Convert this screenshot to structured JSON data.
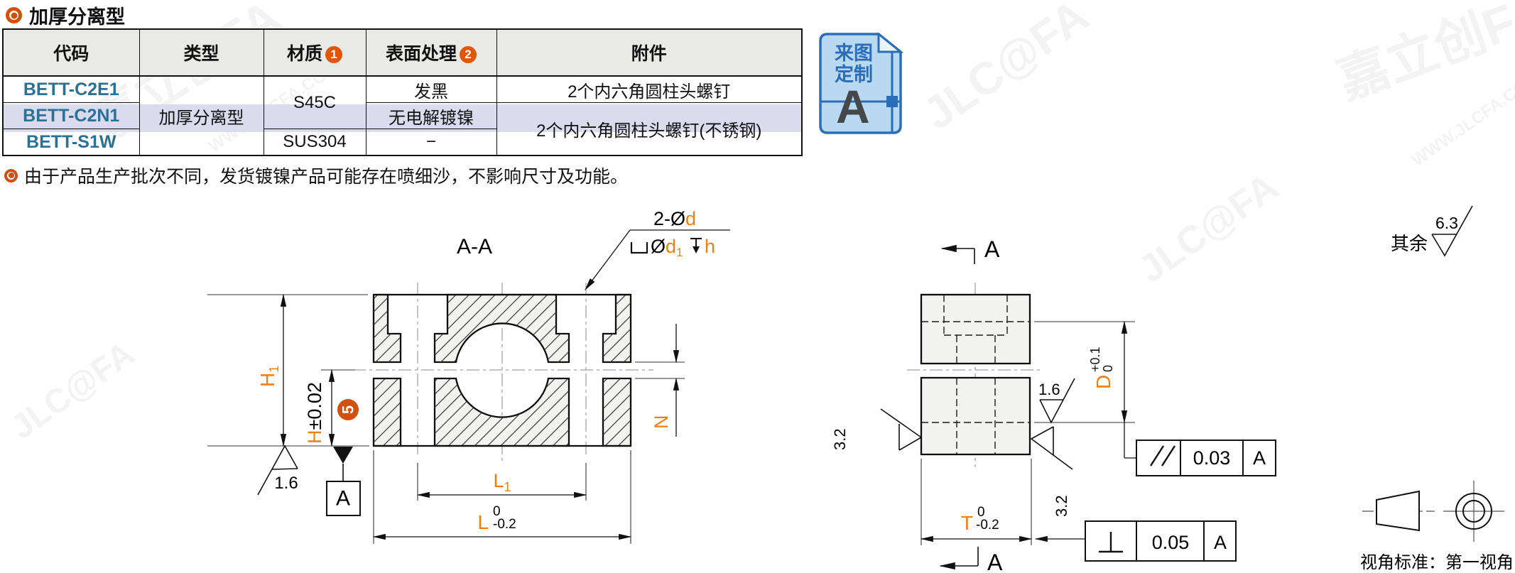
{
  "title": {
    "text": "加厚分离型"
  },
  "note": {
    "text": "由于产品生产批次不同，发货镀镍产品可能存在喷细沙，不影响尺寸及功能。"
  },
  "watermarks": {
    "brand": "嘉立创FA",
    "site": "WWW.JLCFA.COM",
    "logo": "JLC@FA"
  },
  "table": {
    "headers": [
      {
        "label": "代码",
        "badge": ""
      },
      {
        "label": "类型",
        "badge": ""
      },
      {
        "label": "材质",
        "badge": "1"
      },
      {
        "label": "表面处理",
        "badge": "2"
      },
      {
        "label": "附件",
        "badge": ""
      }
    ],
    "rows": [
      {
        "code": "BETT-C2E1",
        "type": "加厚分离型",
        "material": "S45C",
        "surface": "发黑",
        "accessory": "2个内六角圆柱头螺钉"
      },
      {
        "code": "BETT-C2N1",
        "type": "",
        "material": "",
        "surface": "无电解镀镍",
        "accessory": "2个内六角圆柱头螺钉(不锈钢)"
      },
      {
        "code": "BETT-S1W",
        "type": "",
        "material": "SUS304",
        "surface": "−",
        "accessory": ""
      }
    ]
  },
  "custom_badge": {
    "line1": "来图",
    "line2": "定制",
    "letter": "A"
  },
  "drawing": {
    "section_label": "A-A",
    "callout": {
      "prefix": "2-Ø",
      "d": "d",
      "bore_prefix": "Ø",
      "bore_d": "d",
      "bore_sub": "1",
      "depth_var": "h"
    },
    "dim_h1": {
      "letter": "H",
      "sub": "1"
    },
    "dim_h": {
      "letter": "H",
      "tol": "±0.02"
    },
    "step_badge": "5",
    "rough_left": "1.6",
    "datum_label": "A",
    "dim_l1": {
      "letter": "L",
      "sub": "1"
    },
    "dim_l": {
      "letter": "L",
      "upper": "0",
      "lower": "-0.2"
    },
    "dim_n": "N",
    "right_view": {
      "arrow_top": "A",
      "arrow_bottom": "A",
      "rough_split": "1.6",
      "rough_side_left": "3.2",
      "rough_side_right": "3.2",
      "dim_d": {
        "letter": "D",
        "upper": "+0.1",
        "lower": "0"
      },
      "dim_t": {
        "letter": "T",
        "upper": "0",
        "lower": "-0.2"
      },
      "fcf_parallel": {
        "value": "0.03",
        "datum": "A"
      },
      "fcf_perp": {
        "value": "0.05",
        "datum": "A"
      }
    },
    "general_rough": {
      "label": "其余",
      "value": "6.3"
    },
    "projection_note": "视角标准：第一视角"
  },
  "colors": {
    "accent_orange": "#ee8012",
    "badge_orange": "#d1500b",
    "header_badge_orange": "#e2560c",
    "code_blue": "#2b7095",
    "row_highlight": "#dbdbee",
    "custom_badge_blue": "#2a6db8",
    "custom_badge_fill": "#b9d9f1",
    "table_header_bg": "#e9e9e7"
  }
}
